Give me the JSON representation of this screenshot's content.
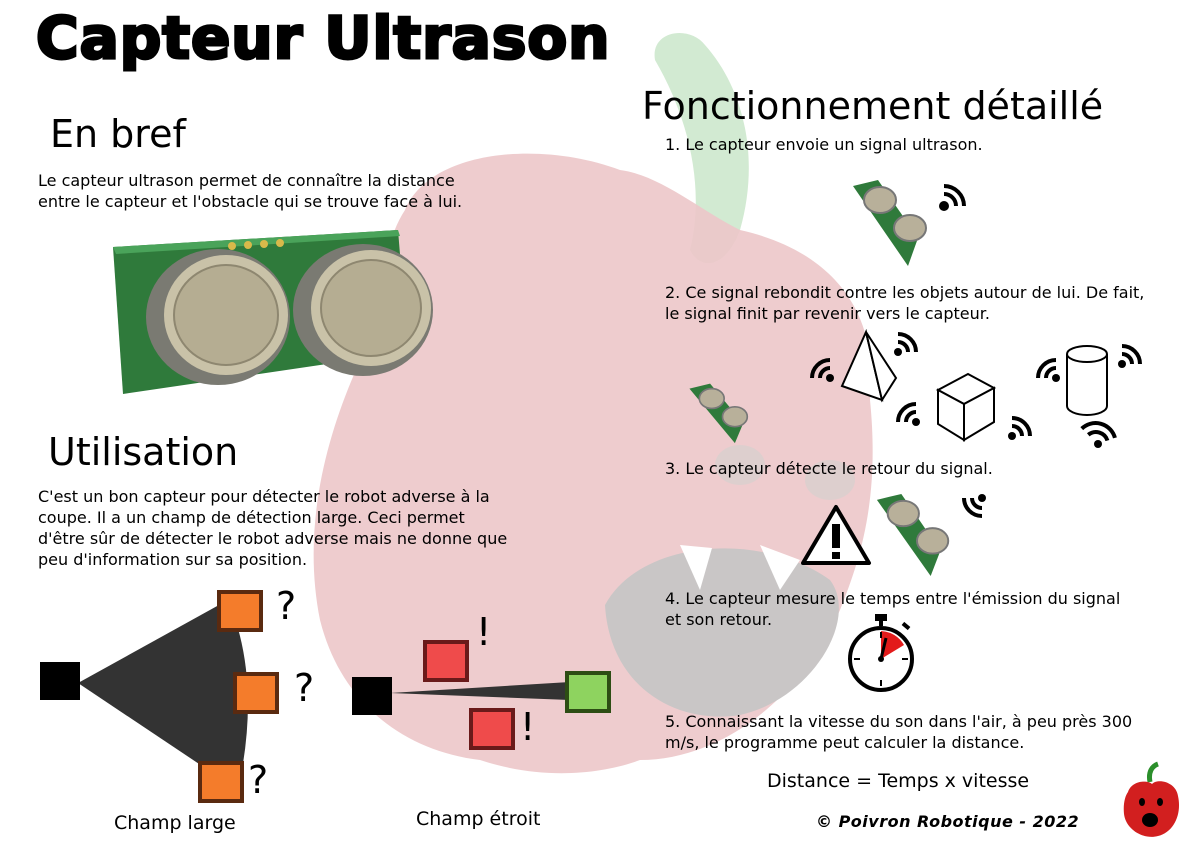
{
  "title": "Capteur Ultrason",
  "en_bref": {
    "heading": "En bref",
    "text": "Le capteur ultrason permet de connaître la distance entre le capteur et l'obstacle qui se trouve face à lui."
  },
  "utilisation": {
    "heading": "Utilisation",
    "text": "C'est un bon capteur pour détecter le robot adverse à la coupe. Il a un champ de détection large. Ceci permet d'être sûr de détecter le robot adverse mais ne donne que peu d'information sur sa position.",
    "wide_label": "Champ large",
    "narrow_label": "Champ étroit",
    "question": "?",
    "exclaim": "!"
  },
  "fonctionnement": {
    "heading": "Fonctionnement détaillé",
    "step1": "1. Le capteur envoie un signal ultrason.",
    "step2": "2. Ce signal rebondit contre les objets autour de lui. De fait, le signal finit par revenir vers le capteur.",
    "step3": "3. Le capteur détecte le retour du signal.",
    "step4": "4. Le capteur mesure le temps entre l'émission du signal et son retour.",
    "step5": "5. Connaissant la vitesse du son dans l'air, à peu près 300 m/s, le programme peut calculer la distance.",
    "formula": "Distance = Temps x vitesse"
  },
  "credit": "© Poivron Robotique - 2022",
  "colors": {
    "pepper": "#e9b9bd",
    "stem": "#cfe8cf",
    "orange": "#f47c2b",
    "red": "#ef4b4b",
    "green": "#8ed35f",
    "pcb": "#2f7a3b"
  },
  "icons": [
    "sensor-icon",
    "wifi-signal-icon",
    "pyramid-icon",
    "cube-icon",
    "cylinder-icon",
    "warning-icon",
    "stopwatch-icon",
    "pepper-logo-icon"
  ]
}
